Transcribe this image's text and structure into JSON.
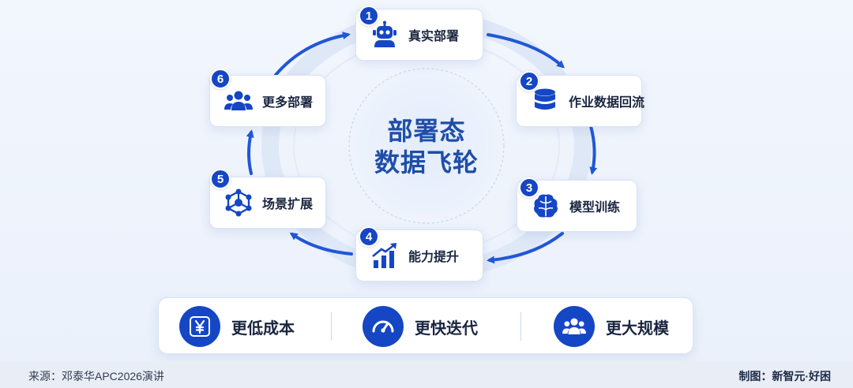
{
  "center": {
    "line1": "部署态",
    "line2": "数据飞轮"
  },
  "steps": [
    {
      "num": "1",
      "label": "真实部署",
      "icon": "robot-icon"
    },
    {
      "num": "2",
      "label": "作业数据回流",
      "icon": "database-icon"
    },
    {
      "num": "3",
      "label": "模型训练",
      "icon": "brain-icon"
    },
    {
      "num": "4",
      "label": "能力提升",
      "icon": "growth-chart-icon"
    },
    {
      "num": "5",
      "label": "场景扩展",
      "icon": "network-icon"
    },
    {
      "num": "6",
      "label": "更多部署",
      "icon": "people-group-icon"
    }
  ],
  "benefits": [
    {
      "label": "更低成本",
      "icon": "yen-icon"
    },
    {
      "label": "更快迭代",
      "icon": "speedometer-icon"
    },
    {
      "label": "更大规模",
      "icon": "people-group-icon"
    }
  ],
  "footer": {
    "source": "来源：邓泰华APC2026演讲",
    "credit": "制图：新智元·好困"
  },
  "colors": {
    "accent": "#1546c4",
    "center_text": "#1f4ea8",
    "background": "#f2f6fd"
  }
}
